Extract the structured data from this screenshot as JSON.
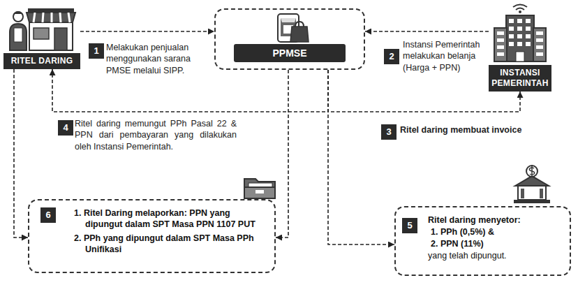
{
  "diagram": {
    "nodes": [
      {
        "text": [
          "RITEL DARING"
        ]
      },
      {
        "text": [
          "PPMSE"
        ]
      },
      {
        "text": [
          "INSTANSI PEMERINTAH"
        ]
      },
      {
        "text": [
          "1. Ritel Daring melaporkan: PPN yang dipungut dalam SPT Masa PPN 1107 PUT",
          "2. PPh yang dipungut dalam SPT Masa PPh Unifikasi"
        ]
      },
      {
        "text": [
          "Ritel daring menyetor:",
          "1. PPh (0,5%) &",
          "2. PPN (11%)",
          "yang telah dipungut."
        ]
      }
    ],
    "edges": [
      {
        "from": 0,
        "to": 1,
        "arrow": "to",
        "label": "Melakukan penjualan menggunakan sarana PMSE melalui SIPP."
      },
      {
        "from": 2,
        "to": 1,
        "arrow": "to",
        "label": "Instansi Pemerintah melakukan belanja (Harga + PPN)"
      },
      {
        "from": 1,
        "to": 2,
        "arrow": "to",
        "label": "Ritel daring membuat invoice"
      },
      {
        "from": 1,
        "to": 0,
        "arrow": "to",
        "label": "Ritel daring memungut PPh Pasal 22 & PPN dari pembayaran yang dilakukan oleh Instansi Pemerintah."
      },
      {
        "from": 1,
        "to": 4,
        "arrow": "to"
      },
      {
        "from": 0,
        "to": 3,
        "arrow": "to"
      },
      {
        "from": 1,
        "to": 3,
        "arrow": "to"
      }
    ],
    "labels": [
      "1",
      "2",
      "3",
      "4",
      "5",
      "6"
    ]
  }
}
